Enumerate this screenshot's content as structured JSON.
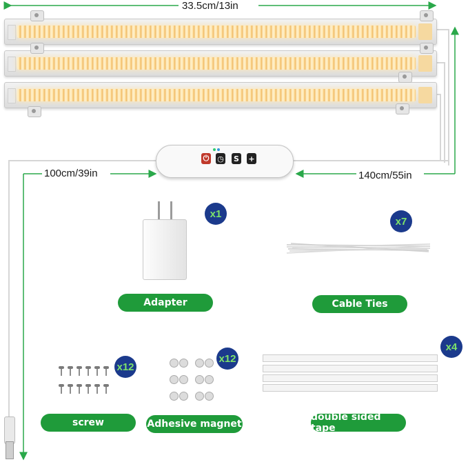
{
  "dimensions": {
    "strip_length": "33.5cm/13in",
    "usb_cable": "100cm/39in",
    "extension_cable": "140cm/55in"
  },
  "controller": {
    "buttons": [
      {
        "icon": "power-icon",
        "glyph": "⏻"
      },
      {
        "icon": "timer-icon",
        "glyph": "◷"
      },
      {
        "icon": "mode-icon",
        "glyph": "S"
      },
      {
        "icon": "brightness-icon",
        "glyph": "+"
      }
    ]
  },
  "items": {
    "adapter": {
      "label": "Adapter",
      "count": "x1"
    },
    "cable_ties": {
      "label": "Cable  Ties",
      "count": "x7"
    },
    "screw": {
      "label": "screw",
      "count": "x12"
    },
    "magnet": {
      "label": "Adhesive magnet",
      "count": "x12"
    },
    "tape": {
      "label": "double sided tape",
      "count": "x4"
    }
  },
  "colors": {
    "dimension_arrow": "#2aa84a",
    "label_pill": "#1f9b3a",
    "count_badge": "#1b3a8c",
    "count_text": "#7de36a"
  }
}
